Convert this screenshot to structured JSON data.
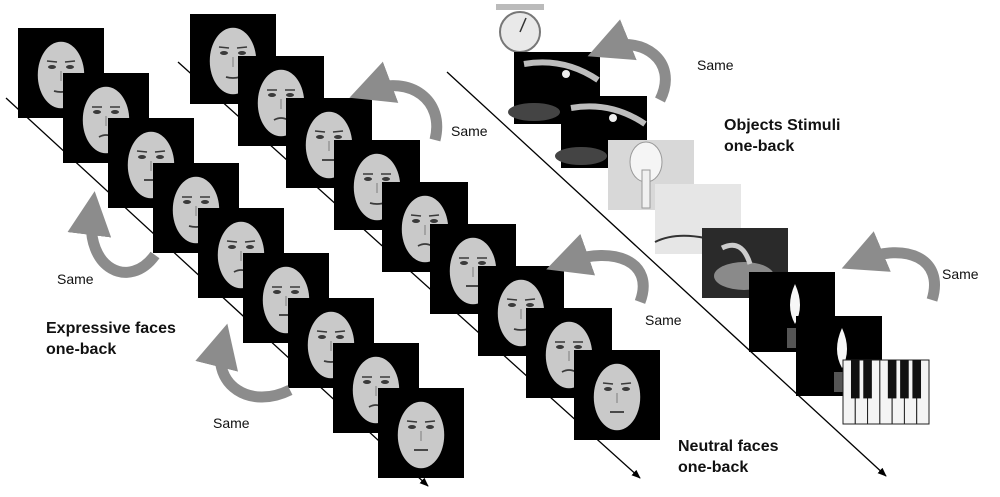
{
  "labels": {
    "same": "Same",
    "expressive_title": "Expressive faces",
    "neutral_title": "Neutral faces",
    "objects_title": "Objects Stimuli",
    "one_back": "one-back"
  },
  "colors": {
    "arrow": "#8c8c8c",
    "timeline": "#000000",
    "frame": "#000000",
    "face": "#c9c9c9",
    "face_feature": "#3a3a3a"
  },
  "sequences": [
    {
      "name": "expressive",
      "count": 9,
      "stimulus": "face"
    },
    {
      "name": "neutral",
      "count": 9,
      "stimulus": "face"
    },
    {
      "name": "objects",
      "count": 8,
      "stimulus": "object",
      "items": [
        "scale",
        "record-player",
        "record-player",
        "pottery",
        "wire",
        "sink",
        "candle",
        "candle",
        "piano"
      ]
    }
  ]
}
